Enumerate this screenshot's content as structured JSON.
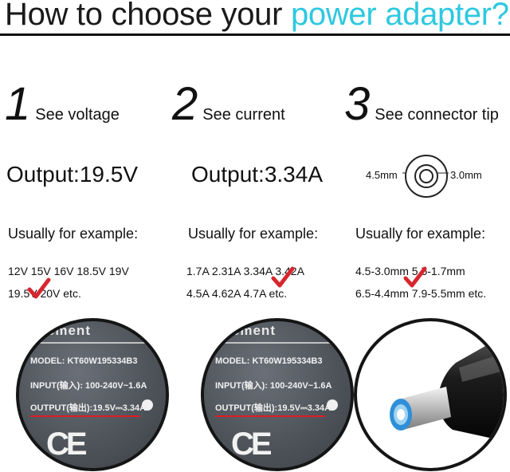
{
  "header": {
    "title_part1": "How to choose your ",
    "title_part2": "power adapter?"
  },
  "steps": [
    {
      "num": "1",
      "label": "See voltage",
      "output": "Output:19.5V",
      "usually": "Usually for example:",
      "line1": "12V 15V 16V 18.5V 19V",
      "line2": "19.5V 20V etc."
    },
    {
      "num": "2",
      "label": "See current",
      "output": "Output:3.34A",
      "usually": "Usually for example:",
      "line1": "1.7A 2.31A 3.34A 3.42A",
      "line2": "4.5A 4.62A 4.7A etc."
    },
    {
      "num": "3",
      "label": "See connector tip",
      "usually": "Usually for example:",
      "line1": "4.5-3.0mm 5.5-1.7mm",
      "line2": "6.5-4.4mm 7.9-5.5mm etc."
    }
  ],
  "connector": {
    "outer": "4.5mm",
    "inner": "3.0mm"
  },
  "label_closeup": {
    "top": "acement",
    "model": "MODEL: KT60W195334B3",
    "input": "INPUT(输入): 100-240V~1.6A",
    "output": "OUTPUT(输出):19.5V⎓3.34A",
    "ce": "CE"
  },
  "colors": {
    "accent": "#2ec8e0",
    "check": "#d8262e",
    "underline": "#e01b22"
  },
  "icons": [
    "check-mark-icon",
    "ce-mark-icon",
    "connector-ring-icon",
    "plug-tip-icon"
  ]
}
